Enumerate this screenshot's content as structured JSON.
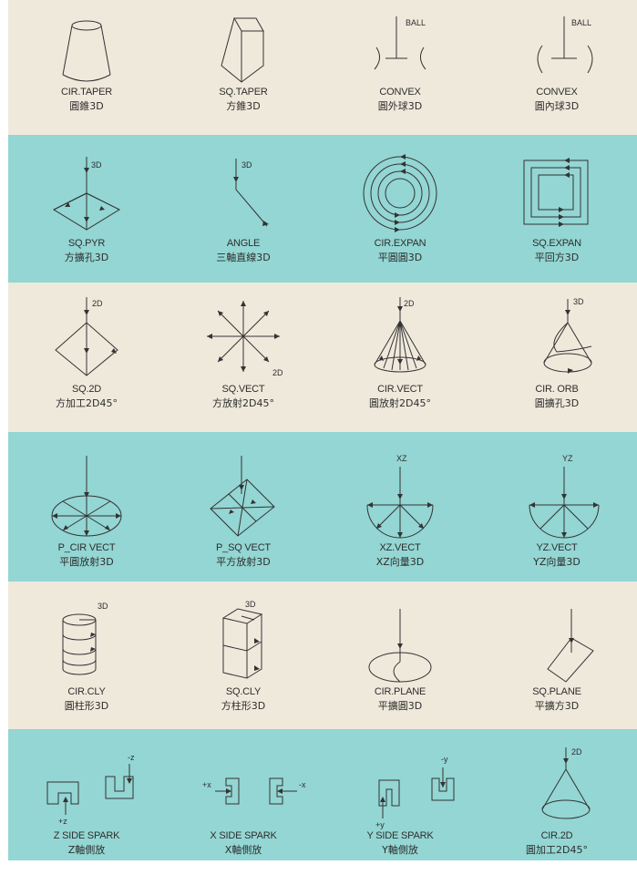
{
  "rows": [
    {
      "band": "cream",
      "items": [
        {
          "id": "cir-taper",
          "en": "CIR.TAPER",
          "zh": "圓錐3D",
          "icon": "truncated-cone-icon"
        },
        {
          "id": "sq-taper",
          "en": "SQ.TAPER",
          "zh": "方錐3D",
          "icon": "truncated-pyramid-icon"
        },
        {
          "id": "convex-out",
          "en": "CONVEX",
          "zh": "圓外球3D",
          "icon": "convex-outer-ball-icon"
        },
        {
          "id": "convex-in",
          "en": "CONVEX",
          "zh": "圓內球3D",
          "icon": "convex-inner-ball-icon"
        }
      ]
    },
    {
      "band": "teal",
      "items": [
        {
          "id": "sq-pyr",
          "en": "SQ.PYR",
          "zh": "方擴孔3D",
          "icon": "square-pyramid-icon"
        },
        {
          "id": "angle",
          "en": "ANGLE",
          "zh": "三軸直線3D",
          "icon": "angled-line-icon"
        },
        {
          "id": "cir-expan",
          "en": "CIR.EXPAN",
          "zh": "平圓圓3D",
          "icon": "concentric-circles-icon"
        },
        {
          "id": "sq-expan",
          "en": "SQ.EXPAN",
          "zh": "平回方3D",
          "icon": "concentric-squares-icon"
        }
      ]
    },
    {
      "band": "cream",
      "items": [
        {
          "id": "sq-2d",
          "en": "SQ.2D",
          "zh": "方加工2D45°",
          "icon": "square-2d-icon"
        },
        {
          "id": "sq-vect",
          "en": "SQ.VECT",
          "zh": "方放射2D45°",
          "icon": "radial-star-icon"
        },
        {
          "id": "cir-vect",
          "en": "CIR.VECT",
          "zh": "圓放射2D45°",
          "icon": "cone-radial-icon"
        },
        {
          "id": "cir-orb",
          "en": "CIR. ORB",
          "zh": "圓擴孔3D",
          "icon": "orbit-cone-icon"
        }
      ]
    },
    {
      "band": "teal",
      "items": [
        {
          "id": "p-cir-vect",
          "en": "P_CIR VECT",
          "zh": "平圓放射3D",
          "icon": "ellipse-radial-icon"
        },
        {
          "id": "p-sq-vect",
          "en": "P_SQ VECT",
          "zh": "平方放射3D",
          "icon": "parallelogram-radial-icon"
        },
        {
          "id": "xz-vect",
          "en": "XZ.VECT",
          "zh": "XZ向量3D",
          "icon": "half-circle-xz-icon"
        },
        {
          "id": "yz-vect",
          "en": "YZ.VECT",
          "zh": "YZ向量3D",
          "icon": "half-circle-yz-icon"
        }
      ]
    },
    {
      "band": "cream",
      "items": [
        {
          "id": "cir-cly",
          "en": "CIR.CLY",
          "zh": "圓柱形3D",
          "icon": "cylinder-icon"
        },
        {
          "id": "sq-cly",
          "en": "SQ.CLY",
          "zh": "方柱形3D",
          "icon": "square-prism-icon"
        },
        {
          "id": "cir-plane",
          "en": "CIR.PLANE",
          "zh": "平擴圓3D",
          "icon": "circle-plane-icon"
        },
        {
          "id": "sq-plane",
          "en": "SQ.PLANE",
          "zh": "平擴方3D",
          "icon": "square-plane-icon"
        }
      ]
    },
    {
      "band": "teal",
      "items": [
        {
          "id": "z-side-spark",
          "en": "Z SIDE SPARK",
          "zh": "Z軸側放",
          "icon": "z-side-spark-icon"
        },
        {
          "id": "x-side-spark",
          "en": "X SIDE SPARK",
          "zh": "X軸側放",
          "icon": "x-side-spark-icon"
        },
        {
          "id": "y-side-spark",
          "en": "Y SIDE SPARK",
          "zh": "Y軸側放",
          "icon": "y-side-spark-icon"
        },
        {
          "id": "cir-2d",
          "en": "CIR.2D",
          "zh": "圓加工2D45°",
          "icon": "cone-2d-icon"
        }
      ]
    }
  ],
  "labels": {
    "ball": "BALL",
    "d3": "3D",
    "d2": "2D",
    "xz": "XZ",
    "yz": "YZ",
    "neg_z": "-z",
    "pos_z": "+z",
    "pos_x": "+x",
    "neg_x": "-x",
    "neg_y": "-y",
    "pos_y": "+y"
  },
  "colors": {
    "cream": "#efe9dc",
    "teal": "#93d6d3",
    "ink": "#333333"
  }
}
